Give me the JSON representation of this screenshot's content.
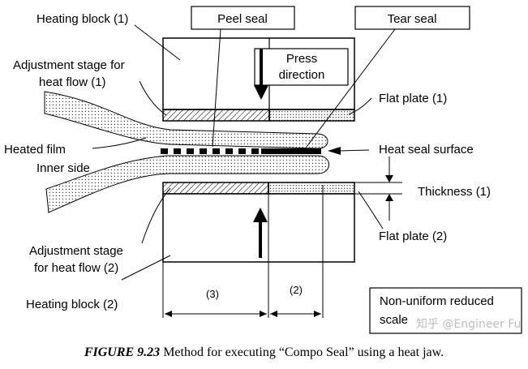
{
  "labels": {
    "heating_block_1": "Heating block (1)",
    "adjustment_stage_1_line1": "Adjustment stage for",
    "adjustment_stage_1_line2": "heat flow (1)",
    "heated_film": "Heated film",
    "inner_side": "Inner side",
    "adjustment_stage_2_line1": "Adjustment stage",
    "adjustment_stage_2_line2": "for heat flow (2)",
    "heating_block_2": "Heating block (2)",
    "peel_seal": "Peel seal",
    "tear_seal": "Tear seal",
    "press_direction_line1": "Press",
    "press_direction_line2": "direction",
    "flat_plate_1": "Flat plate (1)",
    "heat_seal_surface": "Heat seal surface",
    "thickness_1": "Thickness (1)",
    "flat_plate_2": "Flat plate (2)",
    "dim_3": "(3)",
    "dim_2": "(2)",
    "note_line1": "Non-uniform reduced",
    "note_line2": "scale"
  },
  "watermark": "知乎 @Engineer Fu",
  "caption": {
    "figure_number": "FIGURE 9.23",
    "text": "Method for executing “Compo Seal” using a heat jaw."
  }
}
